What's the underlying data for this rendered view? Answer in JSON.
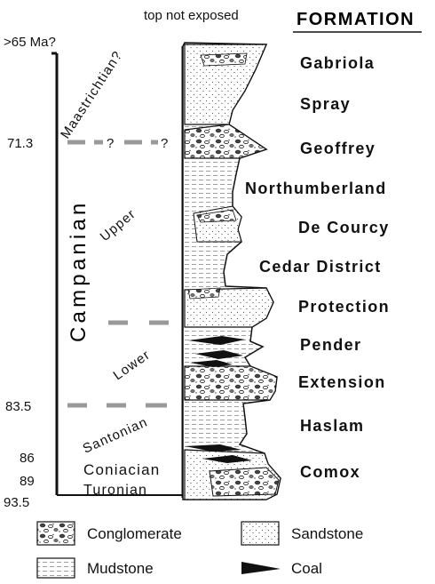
{
  "header": {
    "top_note": "top not exposed",
    "formation_title": "FORMATION"
  },
  "ages": {
    "top": ">65 Ma?",
    "a1": "71.3",
    "a2": "83.5",
    "a3": "86",
    "a4": "89",
    "a5": "93.5"
  },
  "stages": {
    "maastrichtian": "Maastrichtian?",
    "campanian": "Campanian",
    "upper": "Upper",
    "lower": "Lower",
    "santonian": "Santonian",
    "coniacian": "Coniacian",
    "turonian": "Turonian",
    "uncertain_mark": "?"
  },
  "formations": [
    "Gabriola",
    "Spray",
    "Geoffrey",
    "Northumberland",
    "De Courcy",
    "Cedar District",
    "Protection",
    "Pender",
    "Extension",
    "Haslam",
    "Comox"
  ],
  "legend": {
    "conglomerate": "Conglomerate",
    "sandstone": "Sandstone",
    "mudstone": "Mudstone",
    "coal": "Coal"
  }
}
